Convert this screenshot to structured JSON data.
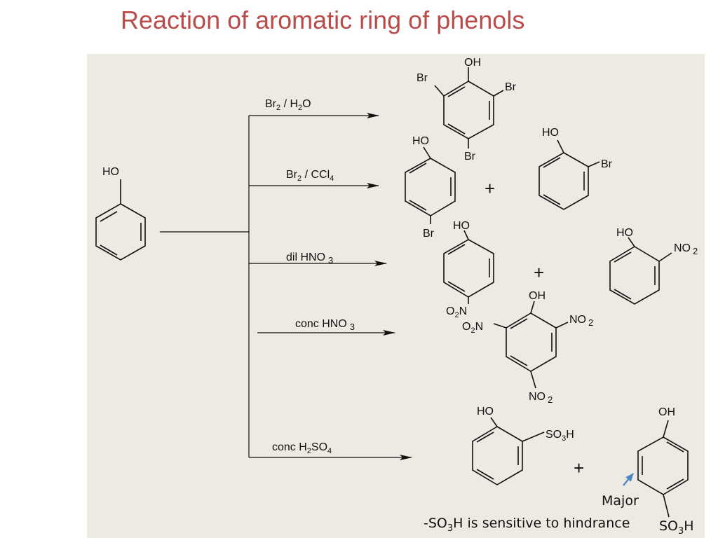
{
  "slide": {
    "title": "Reaction of aromatic ring of phenols"
  },
  "reagents": {
    "r1": {
      "a": "Br",
      "a_sub": "2",
      "b": " / H",
      "b_sub": "2",
      "c": "O"
    },
    "r2": {
      "a": "Br",
      "a_sub": "2",
      "b": " / CCl",
      "b_sub": "4"
    },
    "r3": {
      "a": "dil HNO",
      "a_sub": "3"
    },
    "r4": {
      "a": "conc HNO",
      "a_sub": "3"
    },
    "r5": {
      "a": "conc H",
      "a_sub": "2",
      "b": "SO",
      "b_sub": "4"
    }
  },
  "labels": {
    "ho": "HO",
    "oh": "OH",
    "br": "Br",
    "no": "NO",
    "sub2": "2",
    "sub3": "3",
    "o": "O",
    "n": "N",
    "so": "SO",
    "h": "H",
    "plus": "+"
  },
  "notes": {
    "major": "Major",
    "hindrance_prefix": "-SO",
    "hindrance_sub": "3",
    "hindrance_rest": "H is sensitive to hindrance"
  },
  "colors": {
    "title": "#b94c4a",
    "panel": "#eceae2",
    "arrow_accent": "#4a86c8"
  }
}
